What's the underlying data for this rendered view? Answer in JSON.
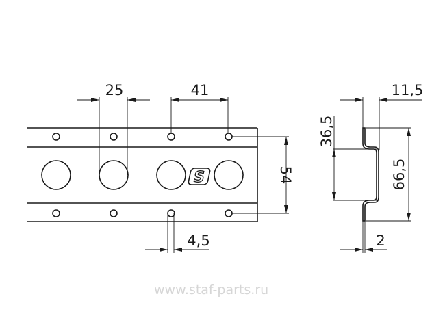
{
  "title": "Rail profile technical drawing",
  "dimensions": {
    "hole_diameter": "25",
    "hole_pitch": "41",
    "rail_height": "54",
    "small_hole": "4,5",
    "profile_depth": "11,5",
    "inner_height": "36,5",
    "total_height": "66,5",
    "thickness": "2"
  },
  "watermark": "www.staf-parts.ru",
  "logo_letter": "S",
  "colors": {
    "line": "#1a1a1a",
    "watermark": "#d6d6d6",
    "background": "#ffffff"
  }
}
